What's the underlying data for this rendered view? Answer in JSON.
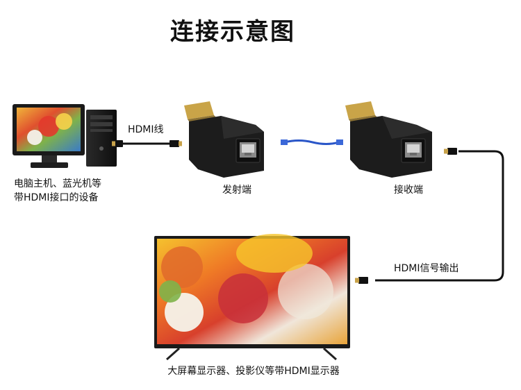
{
  "title": "连接示意图",
  "labels": {
    "source_line1": "电脑主机、蓝光机等",
    "source_line2": "带HDMI接口的设备",
    "hdmi_cable": "HDMI线",
    "transmitter": "发射端",
    "receiver": "接收端",
    "hdmi_output": "HDMI信号输出",
    "display": "大屏幕显示器、投影仪等带HDMI显示器"
  },
  "colors": {
    "cable": "#111111",
    "connector_tip": "#c8a24a",
    "ethernet_cable": "#2a56c8",
    "adapter_body": "#1b1b1b",
    "monitor_bezel": "#1a1a1a"
  }
}
